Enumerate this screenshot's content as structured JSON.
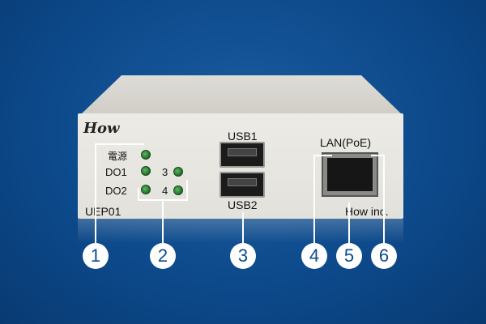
{
  "device": {
    "logo": "How",
    "model": "UEP01",
    "maker": "How inc.",
    "power_label": "電源",
    "do1_label": "DO1",
    "do2_label": "DO2",
    "do3_label": "3",
    "do4_label": "4",
    "usb1_label": "USB1",
    "usb2_label": "USB2",
    "lan_label": "LAN(PoE)"
  },
  "callouts": [
    "1",
    "2",
    "3",
    "4",
    "5",
    "6"
  ],
  "colors": {
    "background": "#0d4a8c",
    "led": "#2f8a3a"
  }
}
